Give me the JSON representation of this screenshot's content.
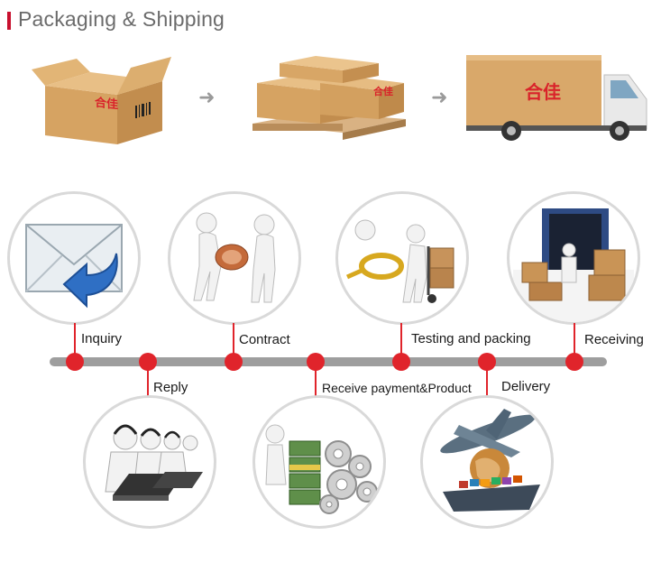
{
  "header": {
    "title": "Packaging & Shipping"
  },
  "flow_top": {
    "items": [
      {
        "icon": "carton-box-icon",
        "brand": "合佳"
      },
      {
        "icon": "pallet-boxes-icon",
        "brand": "合佳"
      },
      {
        "icon": "delivery-truck-icon",
        "brand": "合佳"
      }
    ]
  },
  "process": {
    "steps": [
      {
        "label": "Inquiry",
        "icon": "mail-reply-icon"
      },
      {
        "label": "Reply",
        "icon": "call-center-icon"
      },
      {
        "label": "Contract",
        "icon": "handshake-figures-icon"
      },
      {
        "label": "Receive payment&Product",
        "icon": "money-gears-icon"
      },
      {
        "label": "Testing and packing",
        "icon": "magnifier-hand-truck-icon"
      },
      {
        "label": "Delivery",
        "icon": "plane-ship-globe-icon"
      },
      {
        "label": "Receiving",
        "icon": "container-warehouse-icon"
      }
    ]
  },
  "colors": {
    "accent": "#e0242b",
    "timeline": "#9e9e9e",
    "title": "#6b6b6b",
    "cardboard": "#d9a86a"
  }
}
